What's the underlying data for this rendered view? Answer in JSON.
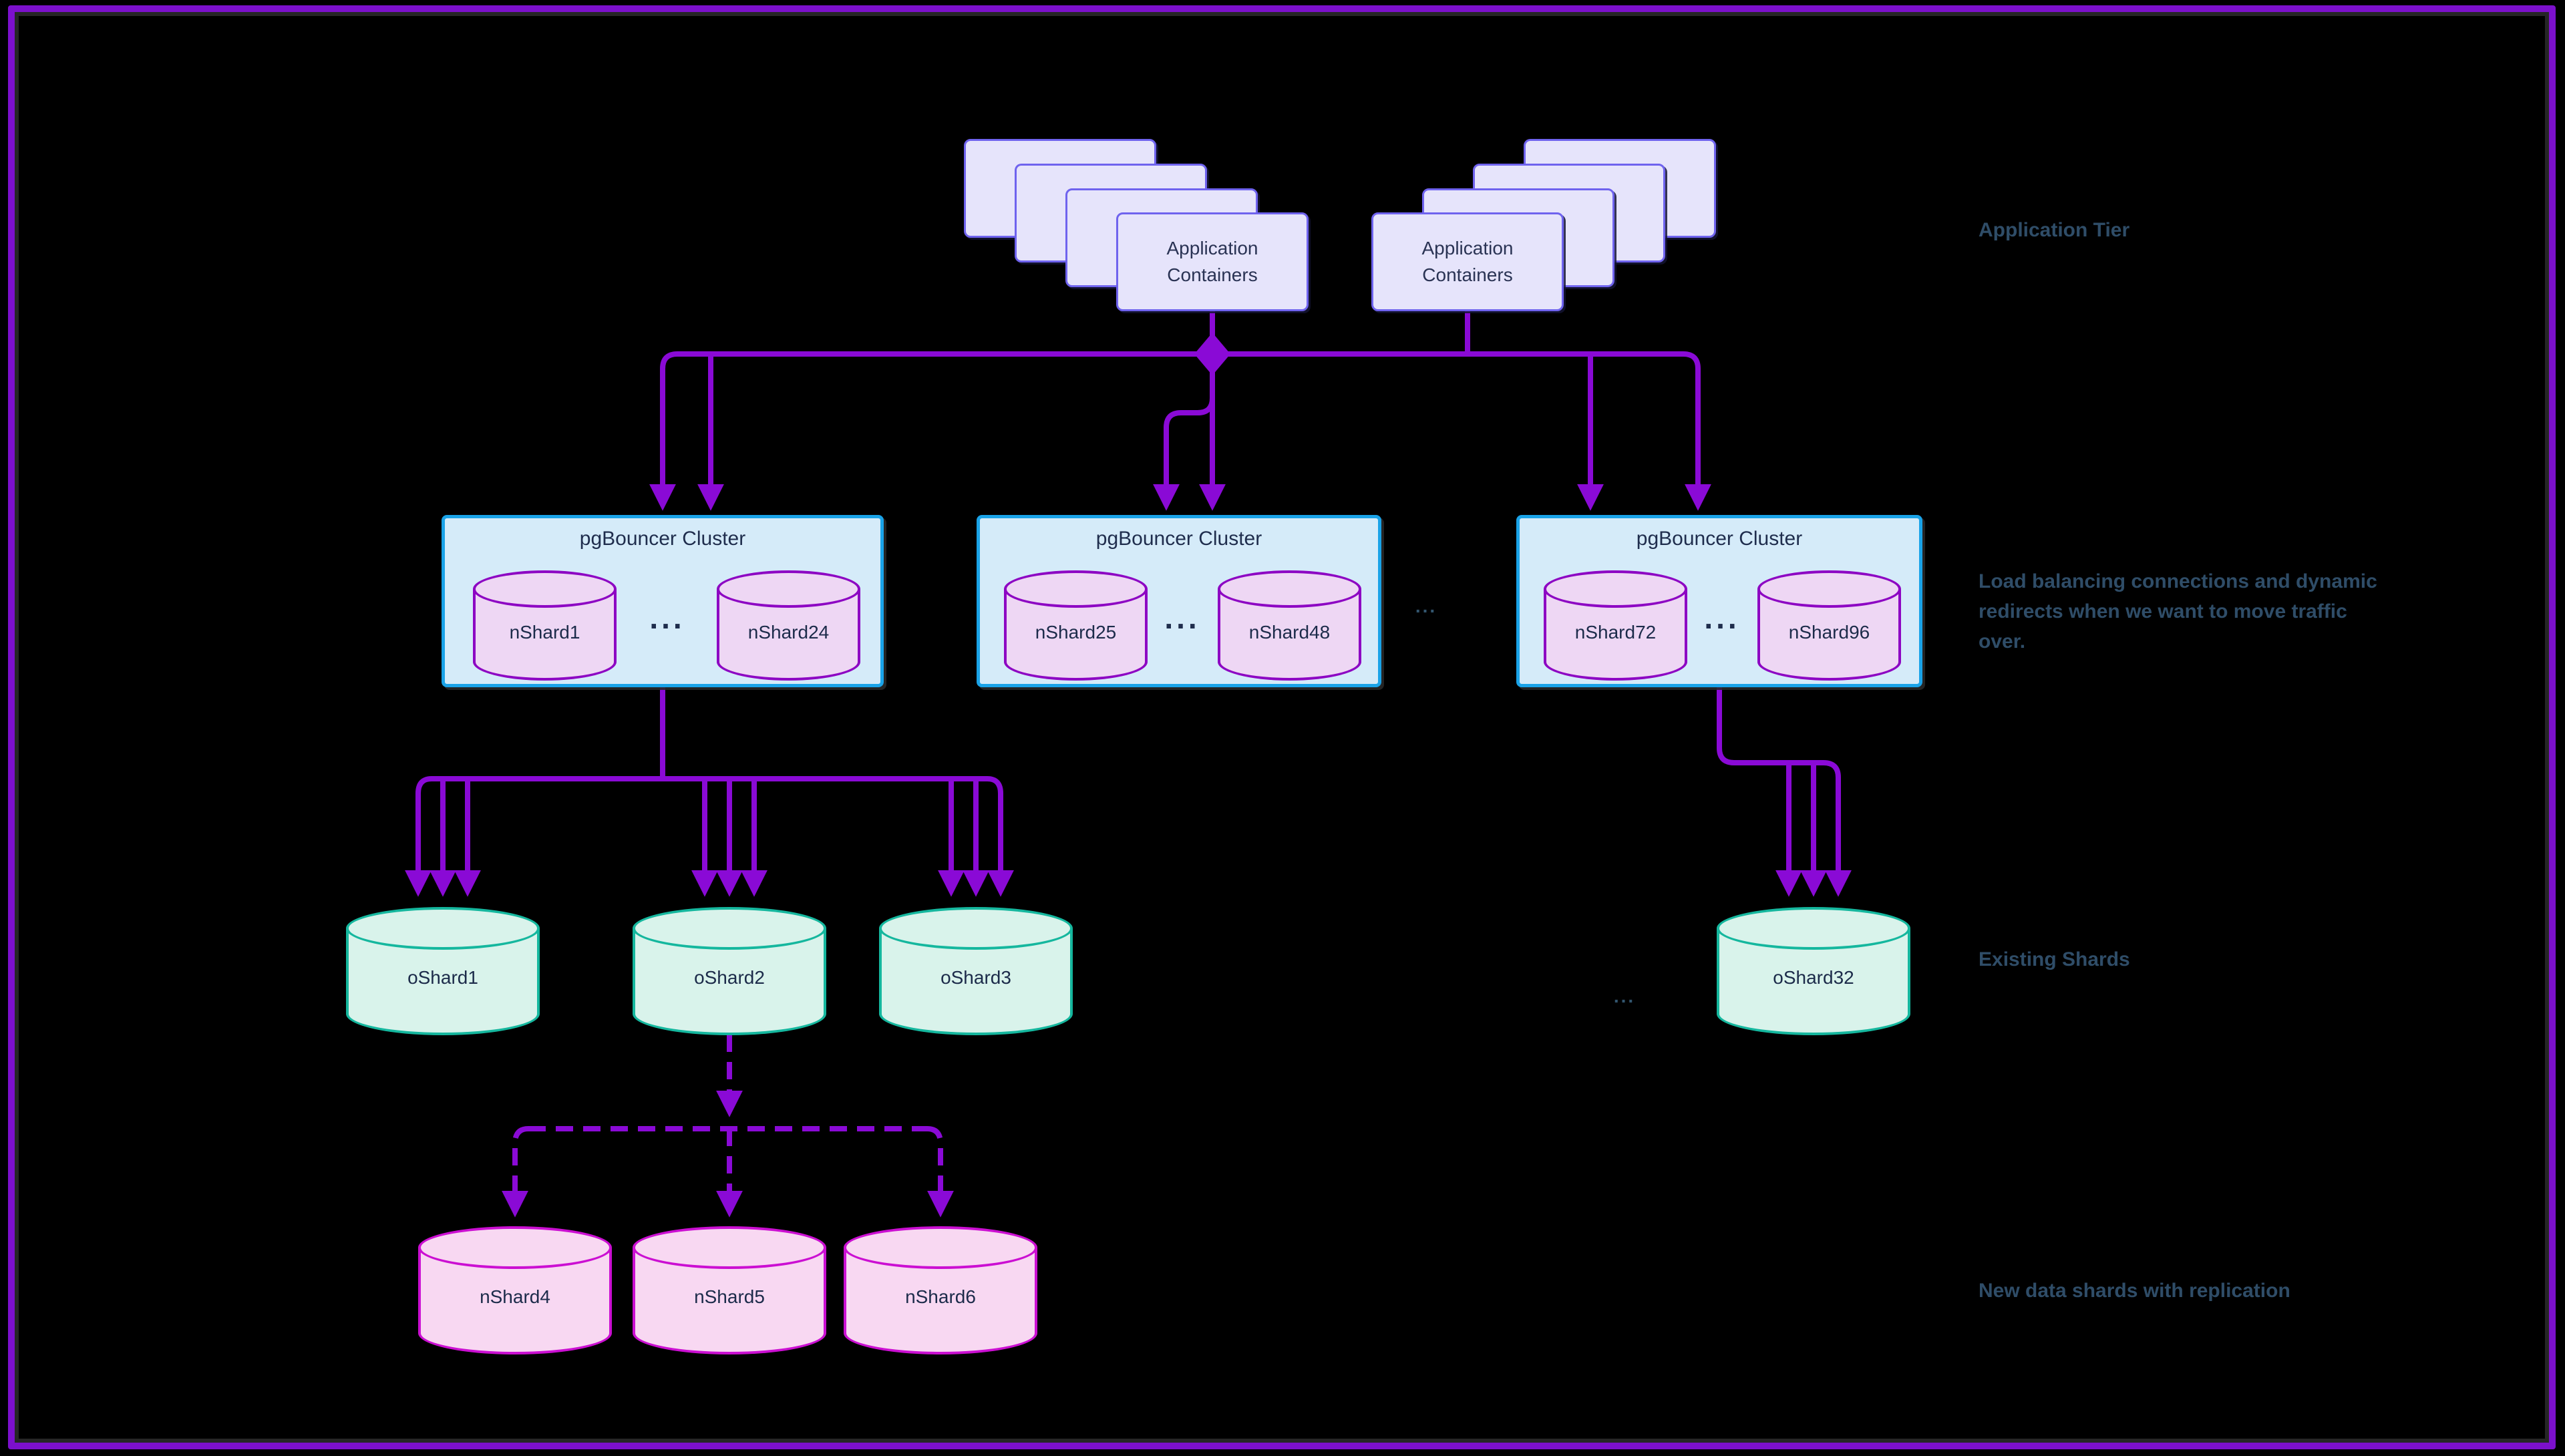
{
  "frame": {
    "background": "#000000",
    "border_color": "#7c10cc"
  },
  "app_tier": {
    "section_label": "Application Tier",
    "stacks": [
      {
        "line1": "Application",
        "line2": "Containers"
      },
      {
        "line1": "Application",
        "line2": "Containers"
      }
    ]
  },
  "pgbouncer": {
    "clusters": [
      {
        "title": "pgBouncer Cluster",
        "left_shard": "nShard1",
        "dots": "...",
        "right_shard": "nShard24"
      },
      {
        "title": "pgBouncer Cluster",
        "left_shard": "nShard25",
        "dots": "...",
        "right_shard": "nShard48"
      },
      {
        "title": "pgBouncer Cluster",
        "left_shard": "nShard72",
        "dots": "...",
        "right_shard": "nShard96"
      }
    ],
    "between_clusters_dots": "...",
    "note": {
      "line1": "Load balancing connections and dynamic",
      "line2": "redirects when we want to move traffic",
      "line3": "over."
    }
  },
  "existing_shards": {
    "section_label": "Existing Shards",
    "shards": [
      "oShard1",
      "oShard2",
      "oShard3",
      "oShard32"
    ],
    "between_dots": "..."
  },
  "new_shards": {
    "section_label": "New data shards with replication",
    "shards": [
      "nShard4",
      "nShard5",
      "nShard6"
    ]
  },
  "colors": {
    "edge": "#8a0ad6",
    "app_box_fill": "#e6e4fb",
    "app_box_border": "#6f63ee",
    "cluster_fill": "#d5ebf9",
    "cluster_border": "#1aa3e8",
    "cluster_shard_fill": "#eed7f4",
    "cluster_shard_border": "#8d06c3",
    "existing_shard_fill": "#d9f3eb",
    "existing_shard_border": "#15b79e",
    "new_shard_fill": "#f8d8f2",
    "new_shard_border": "#cb0fd2",
    "annotation_text": "#2f4d68",
    "node_text": "#1c2b4a"
  }
}
